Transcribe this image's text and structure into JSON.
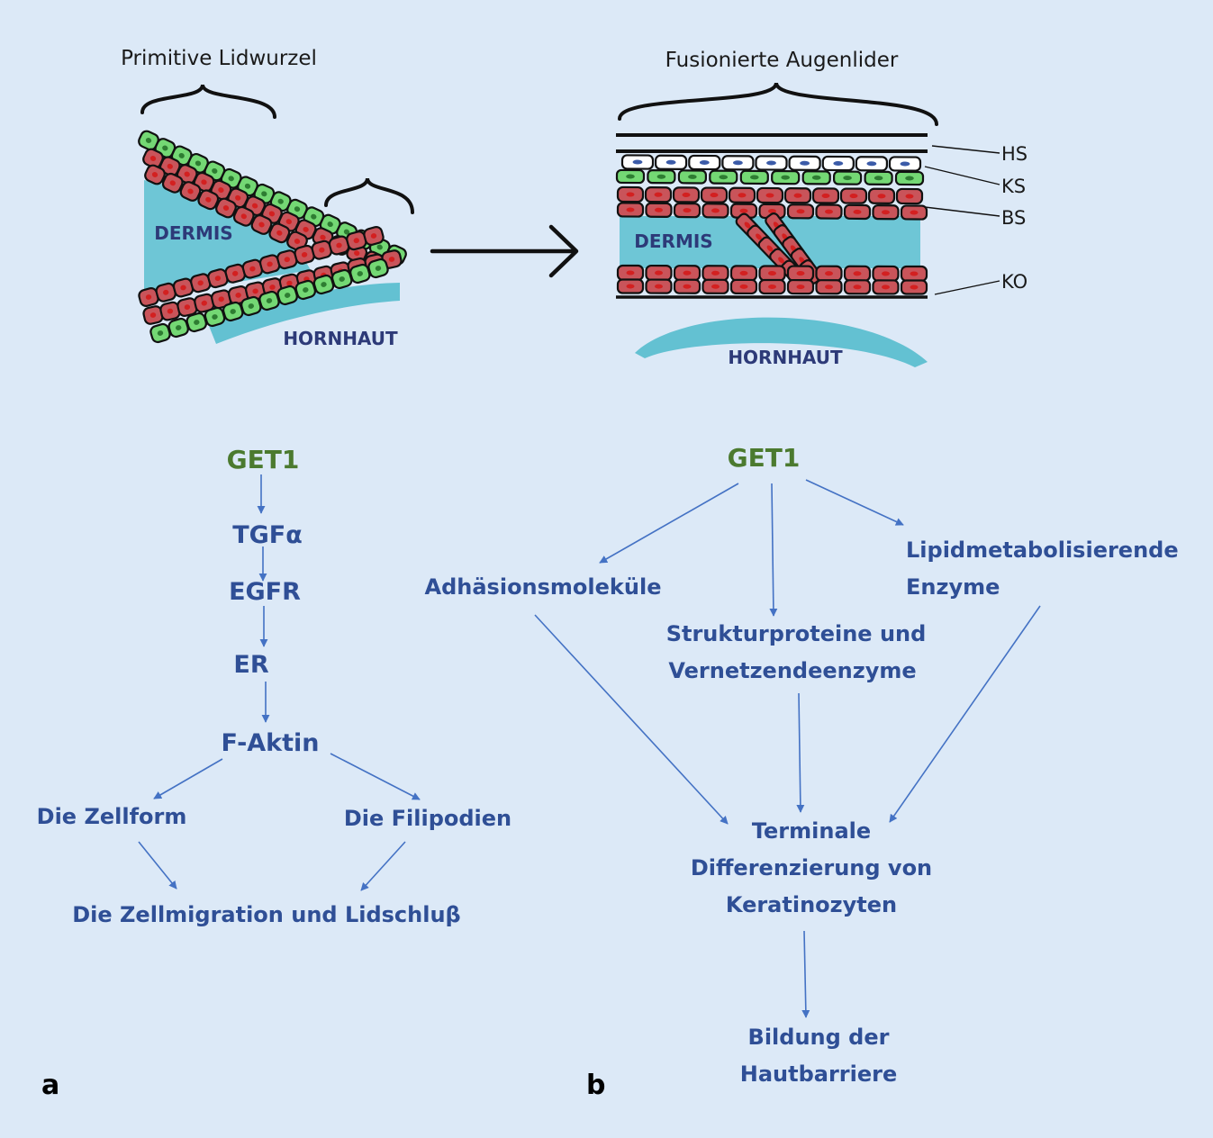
{
  "top": {
    "left_title": "Primitive Lidwurzel",
    "right_title": "Fusionierte Augenlider",
    "dermis": "DERMIS",
    "hornhaut": "HORNHAUT",
    "layers": {
      "hs": "HS",
      "ks": "KS",
      "bs": "BS",
      "ko": "KO"
    }
  },
  "panel_a": {
    "label": "a",
    "get1": "GET1",
    "tgfa": "TGFα",
    "egfr": "EGFR",
    "er": "ER",
    "faktin": "F-Aktin",
    "zellform": "Die Zellform",
    "filipodien": "Die Filipodien",
    "migration": "Die Zellmigration und Lidschluβ"
  },
  "panel_b": {
    "label": "b",
    "get1": "GET1",
    "adhaesion": "Adhäsionsmoleküle",
    "struktur_1": "Strukturproteine und",
    "struktur_2": "Vernetzendeenzyme",
    "lipid_1": "Lipidmetabolisierende",
    "lipid_2": "Enzyme",
    "terminal_1": "Terminale",
    "terminal_2": "Differenzierung von",
    "terminal_3": "Keratinozyten",
    "bildung_1": "Bildung der",
    "bildung_2": "Hautbarriere"
  },
  "colors": {
    "background": "#dce9f7",
    "dermis": "#6ec6d6",
    "cornea": "#63c1d2",
    "basal_cell": "#c9545a",
    "periderm_cell": "#74d874",
    "nucleus_red": "#d32020",
    "nucleus_green": "#2e7d32",
    "flow_text": "#2f4f96",
    "get1_text": "#4b7a2f",
    "arrow": "#4472c4"
  }
}
